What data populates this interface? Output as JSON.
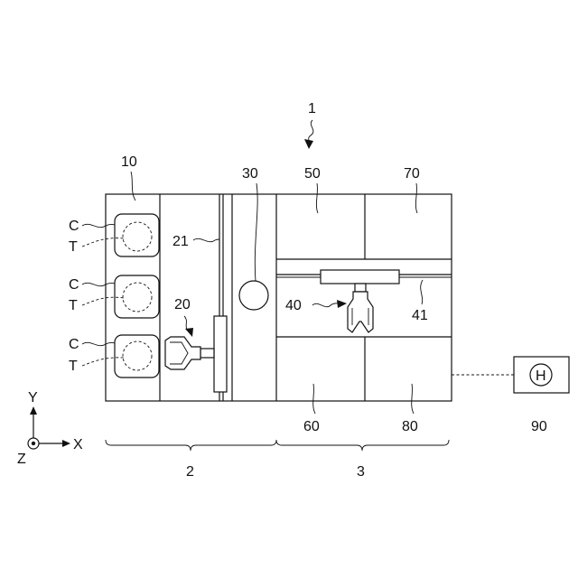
{
  "labels": {
    "system": "1",
    "carrier_block": "10",
    "transfer_device_20": "20",
    "rail_21": "21",
    "transfer_section": "2",
    "processing_section": "3",
    "unit_30": "30",
    "transfer_device_40": "40",
    "rail_41": "41",
    "unit_50": "50",
    "unit_60": "60",
    "unit_70": "70",
    "unit_80": "80",
    "controller": "90",
    "controller_symbol": "H",
    "carrier_C": "C",
    "substrate_T": "T"
  },
  "axes": {
    "x": "X",
    "y": "Y",
    "z": "Z"
  }
}
